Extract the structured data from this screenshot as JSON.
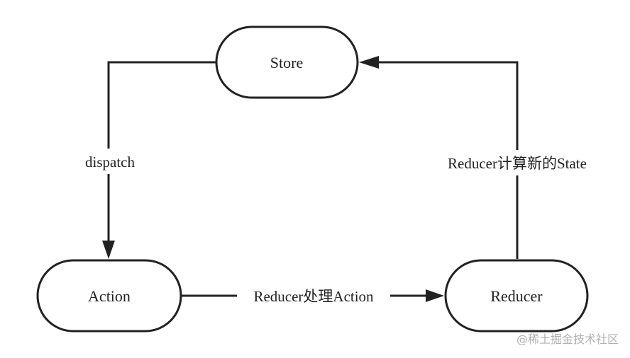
{
  "nodes": {
    "store": "Store",
    "action": "Action",
    "reducer": "Reducer"
  },
  "edges": {
    "store_to_action": "dispatch",
    "action_to_reducer": "Reducer处理Action",
    "reducer_to_store": "Reducer计算新的State"
  },
  "watermark": "@稀土掘金技术社区"
}
